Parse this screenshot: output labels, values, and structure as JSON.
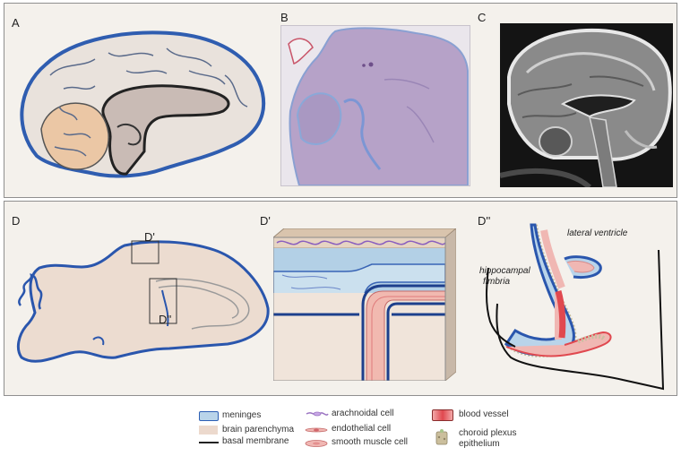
{
  "panels": {
    "a": {
      "label": "A"
    },
    "b": {
      "label": "B"
    },
    "c": {
      "label": "C"
    },
    "d": {
      "label": "D",
      "box_upper": "D'",
      "box_lower": "D''"
    },
    "d_prime": {
      "label": "D'"
    },
    "d_double": {
      "label": "D''",
      "annotations": {
        "lateral_ventricle": "lateral ventricle",
        "hippocampal_fimbria_1": "hippocampal",
        "hippocampal_fimbria_2": "fimbria"
      }
    }
  },
  "legend": {
    "meninges": "meninges",
    "brain_parenchyma": "brain parenchyma",
    "basal_membrane": "basal membrane",
    "arachnoidal_cell": "arachnoidal cell",
    "endothelial_cell": "endothelial cell",
    "smooth_muscle_cell": "smooth muscle cell",
    "blood_vessel": "blood vessel",
    "choroid_plexus_1": "choroid plexus",
    "choroid_plexus_2": "epithelium"
  },
  "colors": {
    "meninges_fill": "#b9d4ea",
    "meninges_stroke": "#2d5fb4",
    "parenchyma": "#ecd9cd",
    "blood_vessel": "#e0484f",
    "smooth_muscle": "#f0b7b3",
    "arachnoid": "#9b74c2",
    "choroid_plexus": "#cbbf9d",
    "histology": "#b49ec6",
    "mri_bg": "#111111"
  },
  "icons": {
    "meninges": "meninges-swatch-icon",
    "parenchyma": "parenchyma-swatch-icon",
    "basal": "basal-membrane-line-icon",
    "arachnoid": "arachnoidal-cell-icon",
    "endothelial": "endothelial-cell-icon",
    "smooth": "smooth-muscle-cell-icon",
    "vessel": "blood-vessel-icon",
    "choroid": "choroid-plexus-icon"
  }
}
